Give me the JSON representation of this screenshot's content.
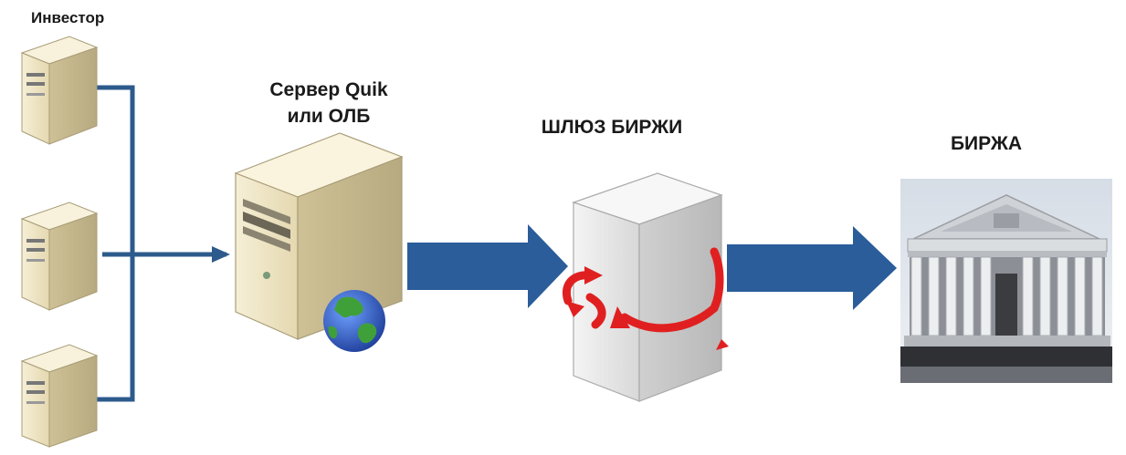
{
  "labels": {
    "investor": "Инвестор",
    "server_line1": "Сервер Quik",
    "server_line2": "или ОЛБ",
    "gateway": "ШЛЮЗ БИРЖИ",
    "exchange": "БИРЖА"
  },
  "colors": {
    "connector": "#2d5a8c",
    "arrow": "#2a5d9a",
    "server_body": "#efe6c6",
    "gateway_body": "#e6e6e6",
    "rotation_arrows": "#e02020",
    "globe_ocean": "#2a5dc8",
    "globe_land": "#3fa03a"
  },
  "icons": [
    "investor-computer-icon",
    "server-icon",
    "globe-icon",
    "gateway-box-icon",
    "rotation-arrows-icon",
    "exchange-building-icon"
  ]
}
